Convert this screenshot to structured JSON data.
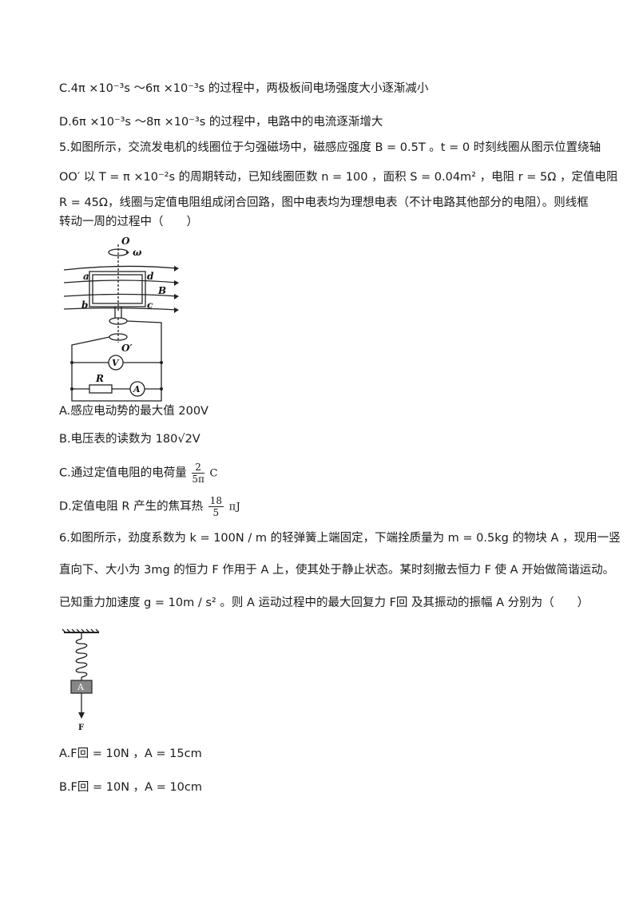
{
  "q4_options": {
    "C": "C.4π ×10⁻³s ～6π ×10⁻³s 的过程中，两极板间电场强度大小逐渐减小",
    "D": "D.6π ×10⁻³s ～8π ×10⁻³s 的过程中，电路中的电流逐渐增大"
  },
  "q5": {
    "stem_line1": "5.如图所示，交流发电机的线圈位于匀强磁场中，磁感应强度 B = 0.5T 。t = 0 时刻线圈从图示位置绕轴",
    "stem_line2": "OO′ 以 T = π ×10⁻²s 的周期转动，已知线圈匝数 n = 100 ，面积 S = 0.04m² ，电阻 r = 5Ω ，定值电阻",
    "stem_line3": "R = 45Ω，线圈与定值电阻组成闭合回路，图中电表均为理想电表（不计电路其他部分的电阻）。则线框",
    "stem_line4": "转动一周的过程中（　　）",
    "figure_labels": {
      "O": "O",
      "omega": "ω",
      "a": "a",
      "d": "d",
      "B": "B",
      "b": "b",
      "c": "c",
      "O_prime": "O′",
      "V": "V",
      "R": "R",
      "A": "A"
    },
    "options": {
      "A": "A.感应电动势的最大值 200V",
      "B": "B.电压表的读数为 180√2V",
      "C_prefix": "C.通过定值电阻的电荷量",
      "C_num": "2",
      "C_den": "5π",
      "C_unit": "C",
      "D_prefix": "D.定值电阻 R 产生的焦耳热",
      "D_num": "18",
      "D_den": "5",
      "D_unit": "πJ"
    }
  },
  "q6": {
    "stem_line1": "6.如图所示，劲度系数为 k = 100N / m 的轻弹簧上端固定，下端拴质量为 m = 0.5kg 的物块 A ，现用一竖",
    "stem_line2": "直向下、大小为 3mg 的恒力 F 作用于 A 上，使其处于静止状态。某时刻撤去恒力 F 使 A 开始做简谐运动。",
    "stem_line3": "已知重力加速度 g = 10m / s² 。则 A 运动过程中的最大回复力 F回 及其振动的振幅 A 分别为（　　）",
    "figure_labels": {
      "block": "A",
      "force": "F"
    },
    "options": {
      "A": "A.F回 = 10N ，A = 15cm",
      "B": "B.F回 = 10N ，A = 10cm"
    }
  }
}
